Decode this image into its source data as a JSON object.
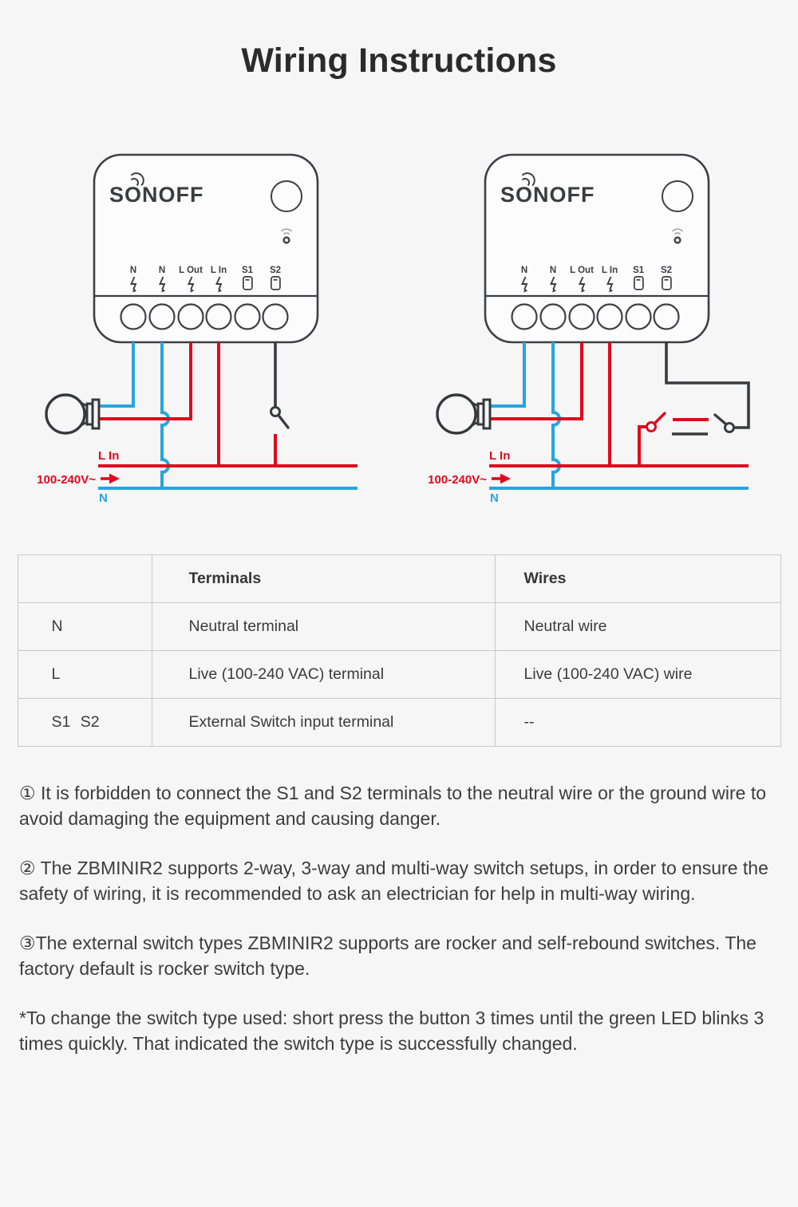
{
  "page": {
    "title": "Wiring Instructions"
  },
  "colors": {
    "red": "#e0091e",
    "blue": "#27a5de",
    "dark": "#3a3b3f",
    "bg": "#f6f6f6"
  },
  "device": {
    "brand": "SONOFF",
    "terminals": [
      {
        "label": "N",
        "icon": "lightning-icon"
      },
      {
        "label": "N",
        "icon": "lightning-icon"
      },
      {
        "label": "L Out",
        "icon": "lightning-icon"
      },
      {
        "label": "L In",
        "icon": "lightning-icon"
      },
      {
        "label": "S1",
        "icon": "switch-icon"
      },
      {
        "label": "S2",
        "icon": "switch-icon"
      }
    ]
  },
  "wiring_labels": {
    "live": "L In",
    "voltage": "100-240V~",
    "neutral": "N"
  },
  "table": {
    "headers": [
      "",
      "Terminals",
      "Wires"
    ],
    "rows": [
      [
        "N",
        "Neutral terminal",
        "Neutral wire"
      ],
      [
        "L",
        "Live (100-240 VAC) terminal",
        "Live (100-240 VAC) wire"
      ],
      [
        "S1 S2",
        "External Switch input terminal",
        "--"
      ]
    ]
  },
  "notes": [
    "① It is forbidden to connect the S1 and S2 terminals to the neutral wire or the ground wire to avoid damaging the equipment and causing danger.",
    "② The ZBMINIR2 supports 2-way, 3-way and multi-way switch setups, in order to ensure the safety of wiring, it is recommended to ask an electrician for help in multi-way wiring.",
    "③The external switch types ZBMINIR2 supports are rocker and self-rebound switches. The factory default is rocker switch type.",
    "*To change the switch type used: short press the button 3 times until the green LED blinks 3 times quickly. That indicated the switch type is successfully changed."
  ]
}
